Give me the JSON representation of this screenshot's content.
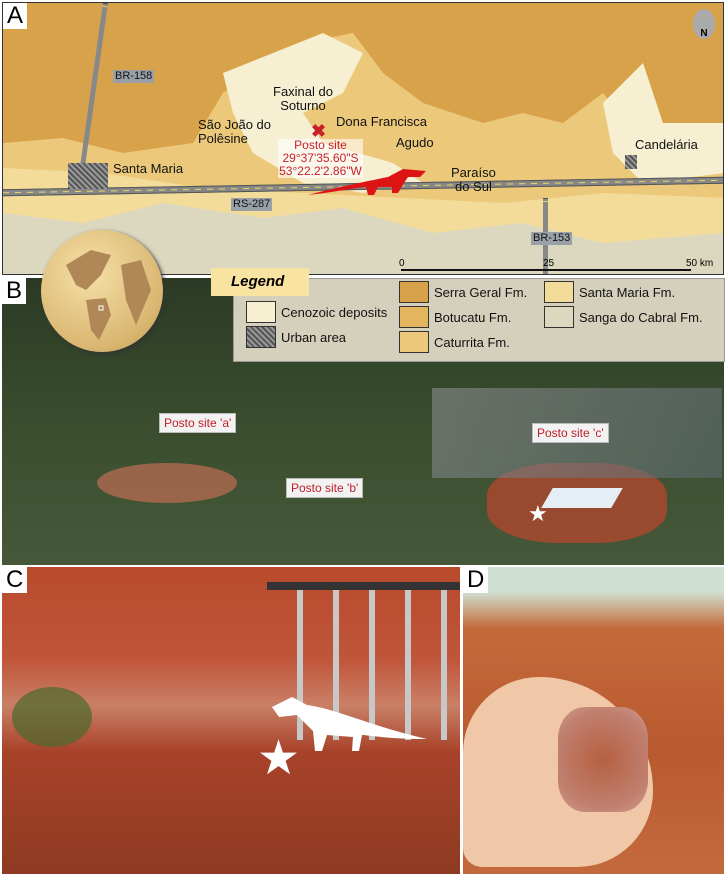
{
  "panels": {
    "A": {
      "label": "A"
    },
    "B": {
      "label": "B"
    },
    "C": {
      "label": "C"
    },
    "D": {
      "label": "D"
    }
  },
  "map": {
    "north_label": "N",
    "towns": {
      "faxinal": "Faxinal do\nSoturno",
      "sao_joao": "São João do\nPolêsine",
      "dona_francisca": "Dona Francisca",
      "agudo": "Agudo",
      "santa_maria": "Santa Maria",
      "paraiso": "Paraíso\ndo Sul",
      "candelaria": "Candelária"
    },
    "roads": {
      "br158": "BR-158",
      "rs287": "RS-287",
      "br153": "BR-153"
    },
    "site": {
      "name": "Posto site",
      "lat": "29°37'35.60\"S",
      "lon": "53°22.2'2.86\"W"
    },
    "scale": {
      "s0": "0",
      "s25": "25",
      "s50": "50 km"
    },
    "colors": {
      "serra_geral": "#d8a24a",
      "botucatu": "#e2b55e",
      "caturrita": "#ecc97a",
      "santa_maria": "#f3dc9a",
      "sanga": "#dcd8c0",
      "cenozoic": "#f6efd2",
      "site_red": "#c8202a"
    }
  },
  "legend": {
    "title": "Legend",
    "items": {
      "cenozoic": "Cenozoic deposits",
      "urban": "Urban area",
      "serra_geral": "Serra Geral Fm.",
      "botucatu": "Botucatu Fm.",
      "caturrita": "Caturrita Fm.",
      "santa_maria": "Santa Maria Fm.",
      "sanga": "Sanga do Cabral Fm."
    }
  },
  "photo_b": {
    "callouts": {
      "a": "Posto site 'a'",
      "b": "Posto site 'b'",
      "c": "Posto site 'c'"
    }
  }
}
